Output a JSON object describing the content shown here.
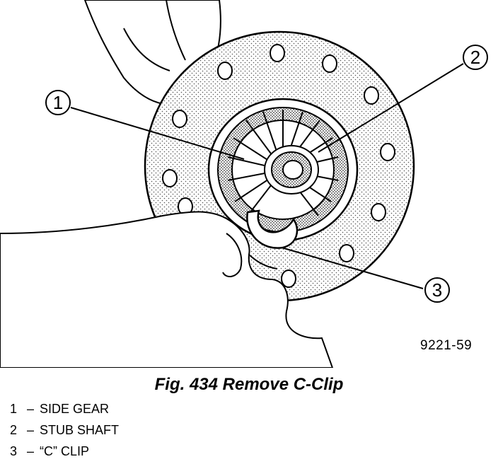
{
  "figure": {
    "code": "9221-59",
    "caption": "Fig. 434 Remove C-Clip"
  },
  "callouts": [
    {
      "number": "1",
      "label": "SIDE GEAR"
    },
    {
      "number": "2",
      "label": "STUB SHAFT"
    },
    {
      "number": "3",
      "label": "“C” CLIP"
    }
  ],
  "legend_separator": "–"
}
